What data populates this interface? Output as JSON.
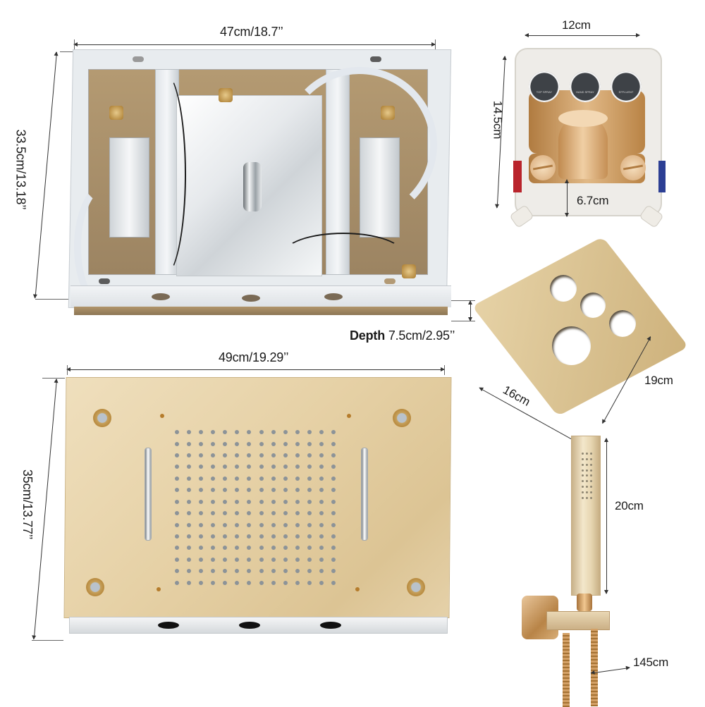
{
  "image_type": "product dimension diagram",
  "colors": {
    "label_text": "#1a1a1a",
    "dimension_line": "#333333",
    "brushed_gold": "#e3cfa4",
    "white_frame": "#e8ecef",
    "chrome": "#d6dadd"
  },
  "components": {
    "embedded_frame": {
      "name": "embedded box frame",
      "width_label": "47cm/18.7’’",
      "height_label": "33.5cm/13.18’’",
      "depth_prefix": "Depth",
      "depth_value": "7.5cm/2.95’’"
    },
    "valve_box": {
      "name": "thermostatic valve box",
      "width_label": "12cm",
      "height_label": "14.5cm",
      "depth_label": "6.7cm",
      "buttons": [
        {
          "label": "TOP SPRAY",
          "icon": "overhead-shower-icon"
        },
        {
          "label": "HAND SPRAY",
          "icon": "hand-shower-icon"
        },
        {
          "label": "EFFLUENT",
          "icon": "spout-icon"
        }
      ]
    },
    "cover_plate": {
      "name": "valve cover plate",
      "width_label": "16cm",
      "height_label": "19cm",
      "hole_count": 4
    },
    "rain_panel": {
      "name": "rain shower panel",
      "width_label": "49cm/19.29’’",
      "height_label": "35cm/13.77’’",
      "nozzle_grid": {
        "columns": 14,
        "rows": 14
      },
      "led_lights": 4,
      "waterfall_outlets": 2,
      "rear_ports": 3
    },
    "hand_shower": {
      "name": "hand shower with bracket",
      "length_label": "20cm",
      "hose_label": "145cm"
    }
  }
}
